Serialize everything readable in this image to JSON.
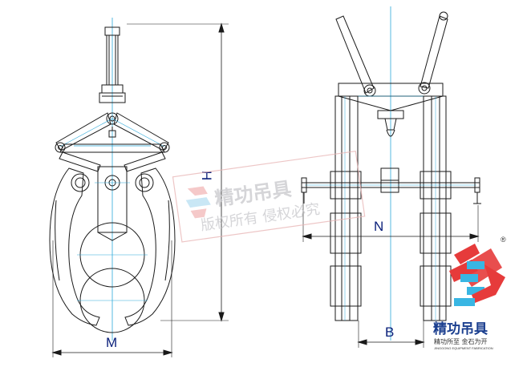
{
  "dimensions": {
    "left_height_label": "H",
    "left_width_label": "M",
    "right_span_label": "N",
    "right_width_label": "B"
  },
  "watermark": {
    "brand": "精功吊具",
    "line2": "版权所有    侵权必究"
  },
  "logo": {
    "brand": "精功吊具",
    "slogan": "精功所至  金石为开",
    "english": "JINGGONG EQUIPMENT FABRICATION",
    "registered": "®"
  },
  "colors": {
    "line": "#1a1a1a",
    "center_line": "#2aa7d8",
    "dimension_text": "#0a1f7a",
    "logo_red": "#e63b3b",
    "logo_blue": "#39b6e3",
    "logo_navy": "#1b3f8f"
  }
}
